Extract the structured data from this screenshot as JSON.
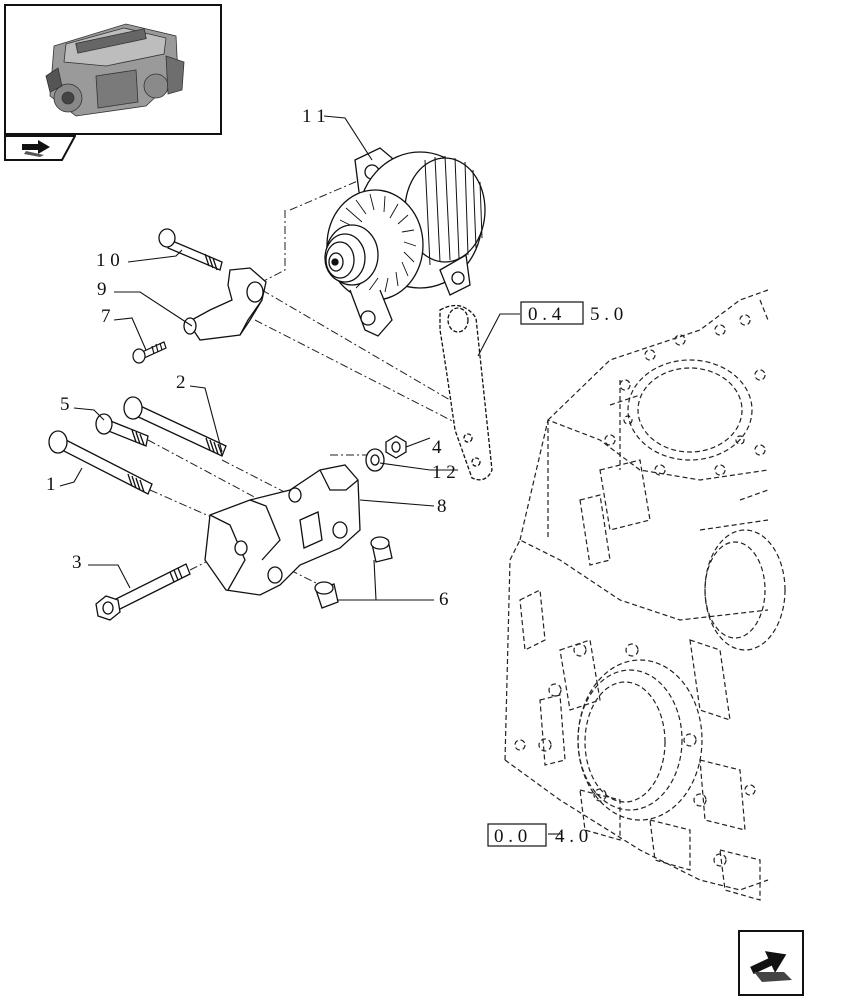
{
  "thumbnail": {
    "icon": "engine-overview-icon"
  },
  "nav": {
    "prev_icon": "prev-page-icon",
    "next_icon": "next-page-icon"
  },
  "callouts": {
    "c1": "1",
    "c2": "2",
    "c3": "3",
    "c4": "4",
    "c5": "5",
    "c6": "6",
    "c7": "7",
    "c8": "8",
    "c9": "9",
    "c10": "1 0",
    "c11": "1 1",
    "c12": "1 2"
  },
  "references": {
    "ref_a_box": "0 . 4",
    "ref_a_rest": "5 . 0",
    "ref_b_box": "0 . 0",
    "ref_b_rest": "4 . 0"
  }
}
